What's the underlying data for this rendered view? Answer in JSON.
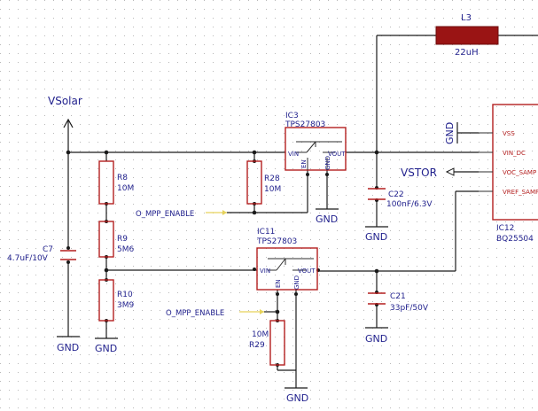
{
  "net_labels": {
    "vsolar": "VSolar",
    "vstor": "VSTOR",
    "mpp_enable_top": "O_MPP_ENABLE",
    "mpp_enable_bottom": "O_MPP_ENABLE",
    "gnd": "GND"
  },
  "components": {
    "c7": {
      "ref": "C7",
      "value": "4.7uF/10V"
    },
    "r8": {
      "ref": "R8",
      "value": "10M"
    },
    "r9": {
      "ref": "R9",
      "value": "5M6"
    },
    "r10": {
      "ref": "R10",
      "value": "3M9"
    },
    "r28": {
      "ref": "R28",
      "value": "10M"
    },
    "r29": {
      "ref": "R29",
      "value": "10M"
    },
    "ic3": {
      "ref": "IC3",
      "part": "TPS27803",
      "pins": [
        "VIN",
        "EN",
        "GND",
        "VOUT"
      ]
    },
    "ic11": {
      "ref": "IC11",
      "part": "TPS27803",
      "pins": [
        "VIN",
        "EN",
        "GND",
        "VOUT"
      ]
    },
    "l3": {
      "ref": "L3",
      "value": "22uH"
    },
    "c22": {
      "ref": "C22",
      "value": "100nF/6.3V"
    },
    "c21": {
      "ref": "C21",
      "value": "33pF/50V"
    },
    "ic12": {
      "ref": "IC12",
      "part": "BQ25504",
      "pins": [
        "VSS",
        "VIN_DC",
        "VOC_SAMP",
        "VREF_SAMP"
      ]
    }
  }
}
